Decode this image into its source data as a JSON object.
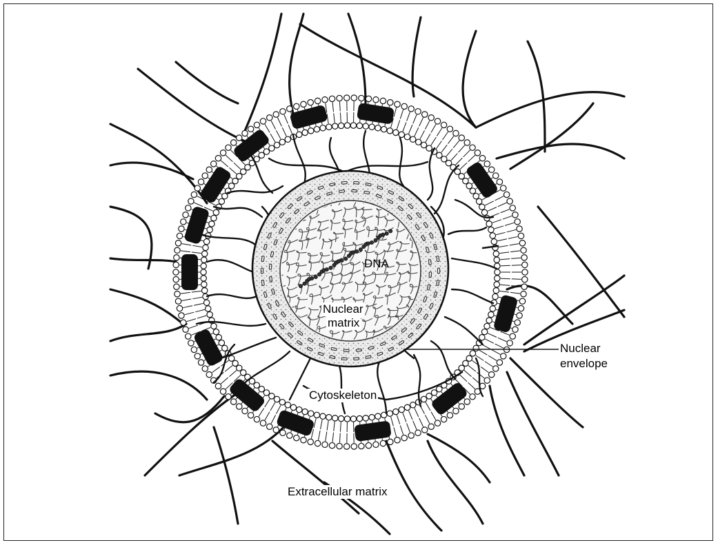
{
  "labels": {
    "dna": "DNA",
    "nuclear_matrix_1": "Nuclear",
    "nuclear_matrix_2": "matrix",
    "nuclear_envelope_1": "Nuclear",
    "nuclear_envelope_2": "envelope",
    "cytoskeleton": "Cytoskeleton",
    "extracellular_matrix": "Extracellular matrix"
  },
  "colors": {
    "ink": "#111111",
    "paper": "#ffffff",
    "nucleus_fill": "#e6e6e6"
  }
}
